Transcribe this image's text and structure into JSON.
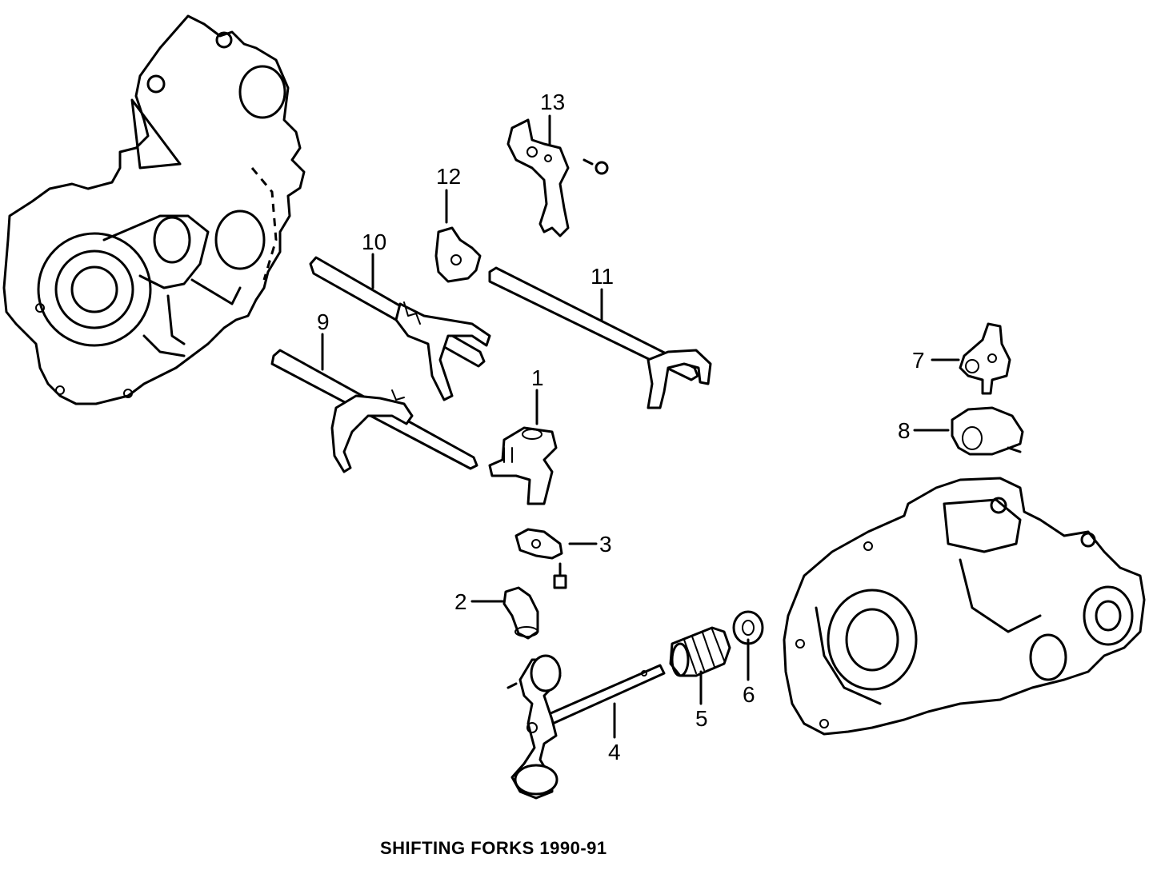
{
  "caption": "SHIFTING FORKS 1990-91",
  "callouts": {
    "c1": "1",
    "c2": "2",
    "c3": "3",
    "c4": "4",
    "c5": "5",
    "c6": "6",
    "c7": "7",
    "c8": "8",
    "c9": "9",
    "c10": "10",
    "c11": "11",
    "c12": "12",
    "c13": "13"
  },
  "colors": {
    "line": "#000000",
    "background": "#ffffff"
  }
}
